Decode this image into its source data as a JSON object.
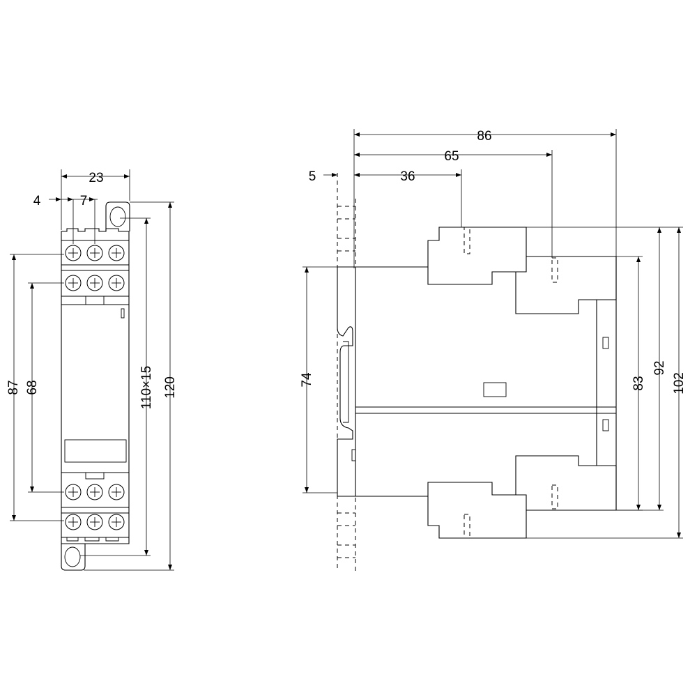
{
  "diagram": {
    "front_view": {
      "width_total": "23",
      "offset_left": "4",
      "screw_pitch": "7",
      "height_outer_terminals": "87",
      "height_inner_terminals": "68",
      "mounting_holes": "110×15",
      "height_total": "120"
    },
    "side_view": {
      "depth_total": "86",
      "depth_mid": "65",
      "depth_front": "36",
      "rail_offset": "5",
      "rail_height": "74",
      "height_body": "83",
      "height_terminals": "92",
      "height_total": "102"
    }
  }
}
